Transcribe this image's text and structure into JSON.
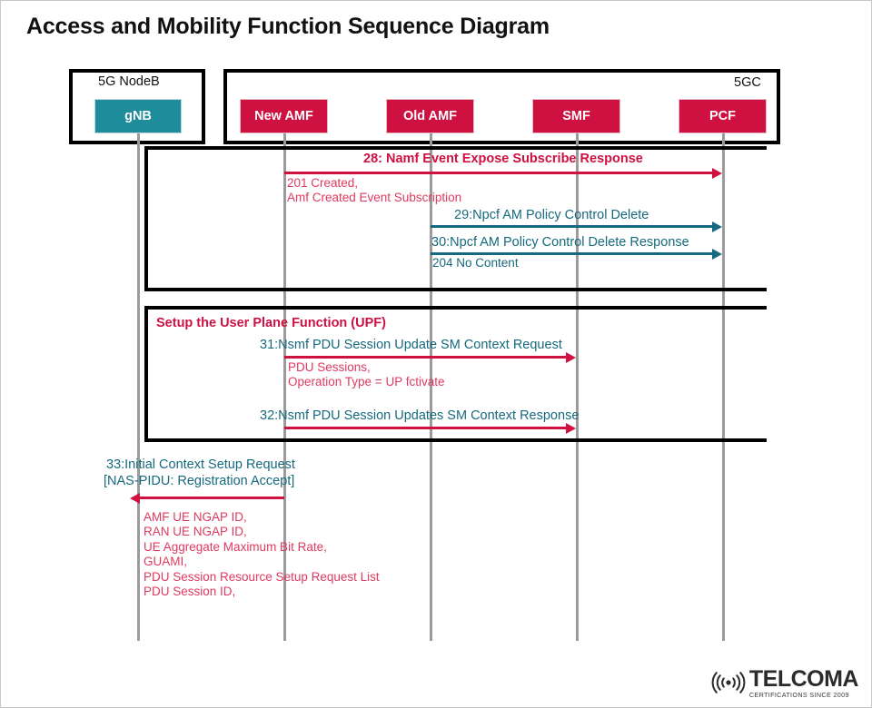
{
  "title": "Access and Mobility Function Sequence Diagram",
  "groups": {
    "ran": {
      "label": "5G NodeB"
    },
    "core": {
      "label": "5GC"
    }
  },
  "actors": [
    {
      "id": "gnb",
      "label": "gNB",
      "color": "#1f8c9c"
    },
    {
      "id": "newamf",
      "label": "New AMF",
      "color": "#ce1141"
    },
    {
      "id": "oldamf",
      "label": "Old AMF",
      "color": "#ce1141"
    },
    {
      "id": "smf",
      "label": "SMF",
      "color": "#ce1141"
    },
    {
      "id": "pcf",
      "label": "PCF",
      "color": "#ce1141"
    }
  ],
  "messages": [
    {
      "id": "m28",
      "label": "28: Namf Event Expose Subscribe Response",
      "note": "201 Created,\nAmf Created Event Subscription",
      "from": "newamf",
      "to": "pcf",
      "direction": "right",
      "color": "#ce1141"
    },
    {
      "id": "m29",
      "label": "29:Npcf AM Policy Control Delete",
      "note": "",
      "from": "oldamf",
      "to": "pcf",
      "direction": "right",
      "color": "#16697e"
    },
    {
      "id": "m30",
      "label": "30:Npcf AM Policy Control Delete Response",
      "note": "204 No Content",
      "from": "oldamf",
      "to": "pcf",
      "direction": "right",
      "color": "#16697e"
    },
    {
      "id": "m31",
      "label": "31:Nsmf PDU Session Update SM Context Request",
      "note": "PDU Sessions,\nOperation Type = UP fctivate",
      "from": "newamf",
      "to": "smf",
      "direction": "right",
      "color": "#16697e"
    },
    {
      "id": "m32",
      "label": "32:Nsmf PDU Session Updates SM Context Response",
      "note": "",
      "from": "newamf",
      "to": "smf",
      "direction": "right",
      "color": "#16697e"
    },
    {
      "id": "m33",
      "label": "33:Initial Context Setup Request\n[NAS-PIDU: Registration Accept]",
      "label_line1": "33:Initial Context Setup Request",
      "label_line2": "[NAS-PIDU: Registration Accept]",
      "note": "AMF UE NGAP ID,\nRAN UE NGAP ID,\nUE Aggregate Maximum Bit Rate,\nGUAMI,\nPDU Session Resource Setup Request List\nPDU Session ID,",
      "from": "newamf",
      "to": "gnb",
      "direction": "left",
      "color": "#ce1141"
    }
  ],
  "sections": [
    {
      "id": "sec1",
      "label": ""
    },
    {
      "id": "sec2",
      "label": "Setup the User Plane Function (UPF)"
    }
  ],
  "logo": {
    "name": "TELCOMA",
    "tagline": "CERTIFICATIONS SINCE 2009",
    "icon": "wireless-signal-icon"
  }
}
